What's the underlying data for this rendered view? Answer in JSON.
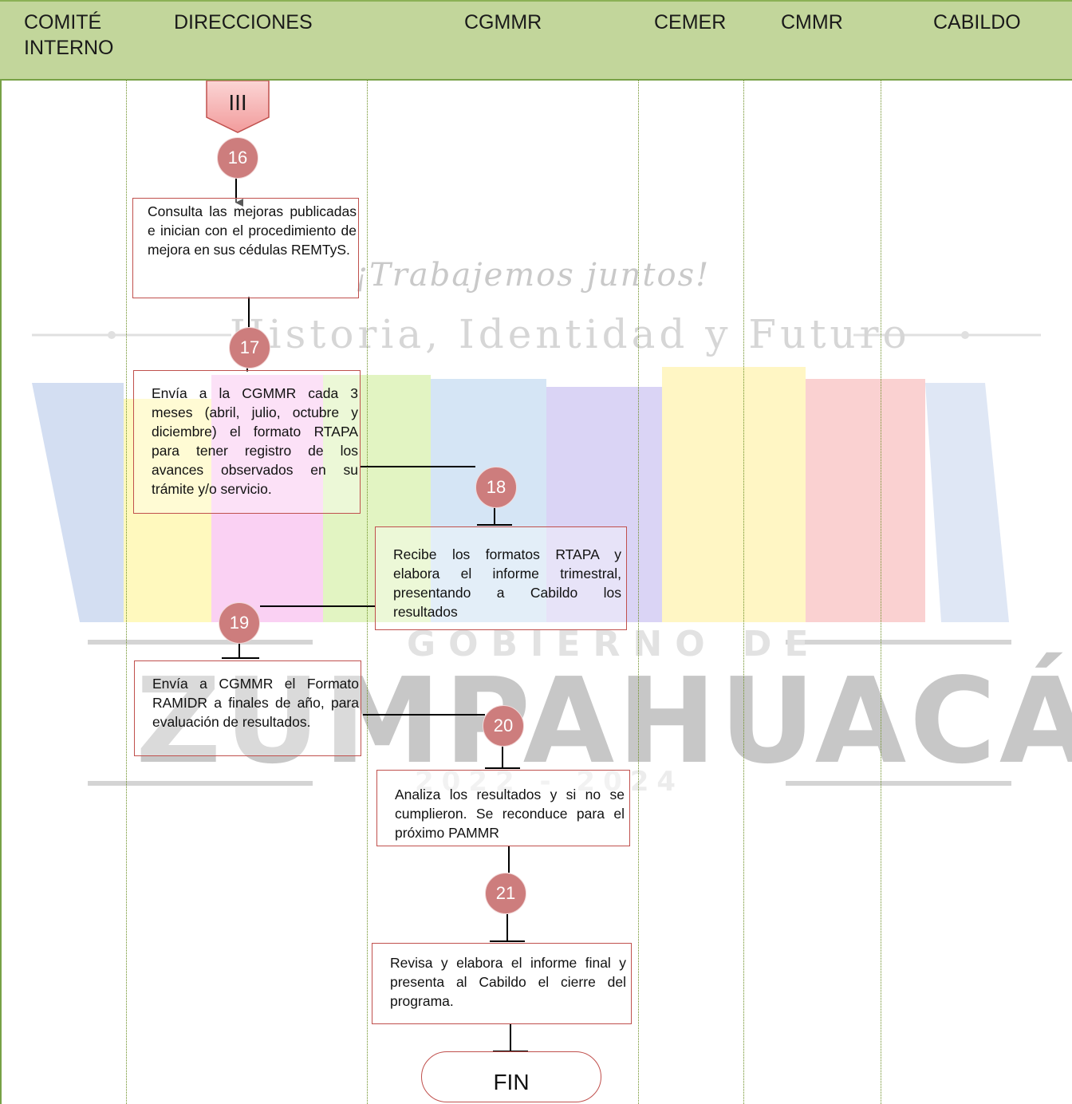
{
  "header": {
    "lanes": [
      {
        "id": "comite",
        "label": "COMITÉ\nINTERNO"
      },
      {
        "id": "direcciones",
        "label": "DIRECCIONES"
      },
      {
        "id": "cgmmr",
        "label": "CGMMR"
      },
      {
        "id": "cemer",
        "label": "CEMER"
      },
      {
        "id": "cmmr",
        "label": "CMMR"
      },
      {
        "id": "cabildo",
        "label": "CABILDO"
      }
    ]
  },
  "watermark": {
    "slogan": "¡Trabajemos juntos!",
    "motto": "Historia, Identidad y Futuro",
    "government": "GOBIERNO DE",
    "municipality": "ZUMPAHUACÁN",
    "years": "2022 - 2024"
  },
  "flow": {
    "connector": {
      "label": "III"
    },
    "steps": [
      {
        "number": "16",
        "text": "Consulta las mejoras publicadas e inician con el procedimiento de mejora en sus cédulas REMTyS."
      },
      {
        "number": "17",
        "text": "Envía a la CGMMR cada 3 meses (abril, julio, octubre y diciembre) el formato RTAPA para tener registro de los avances observados en su trámite y/o servicio."
      },
      {
        "number": "18",
        "text": "Recibe los formatos RTAPA y elabora el informe trimestral, presentando a Cabildo los resultados"
      },
      {
        "number": "19",
        "text": "Envía a CGMMR el Formato RAMIDR a finales de año, para evaluación de resultados."
      },
      {
        "number": "20",
        "text": "Analiza los resultados y si no se cumplieron. Se reconduce para el próximo PAMMR"
      },
      {
        "number": "21",
        "text": "Revisa y elabora el informe final y presenta al Cabildo el cierre del programa."
      }
    ],
    "end": {
      "label": "FIN"
    }
  },
  "colors": {
    "header_bg": "#c2d69b",
    "lane_line": "#6b8e23",
    "step_circle": "#cd7d7d",
    "box_border": "#c0504d",
    "connector_fill": "#f5b8b8"
  }
}
